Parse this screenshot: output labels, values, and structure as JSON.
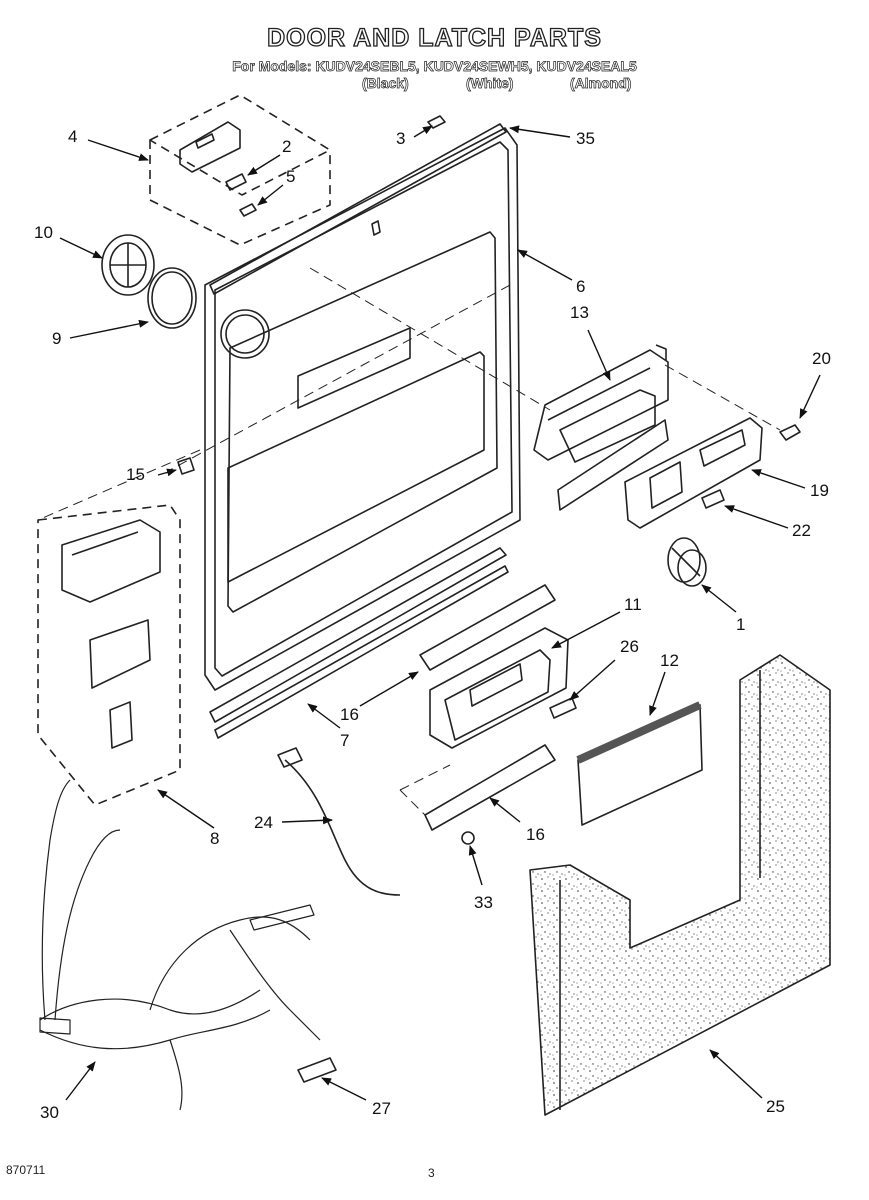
{
  "header": {
    "title": "DOOR AND LATCH PARTS",
    "models_line": "For Models: KUDV24SEBL5, KUDV24SEWH5, KUDV24SEAL5",
    "color_black": "(Black)",
    "color_white": "(White)",
    "color_almond": "(Almond)"
  },
  "callouts": {
    "c1": "1",
    "c2": "2",
    "c3": "3",
    "c4": "4",
    "c5": "5",
    "c6": "6",
    "c7": "7",
    "c8": "8",
    "c9": "9",
    "c10": "10",
    "c11": "11",
    "c12": "12",
    "c13": "13",
    "c15": "15",
    "c16a": "16",
    "c16b": "16",
    "c19": "19",
    "c20": "20",
    "c22": "22",
    "c24": "24",
    "c25": "25",
    "c26": "26",
    "c27": "27",
    "c30": "30",
    "c33": "33",
    "c35": "35"
  },
  "footer": {
    "doc_number": "870711",
    "page_number": "3"
  }
}
